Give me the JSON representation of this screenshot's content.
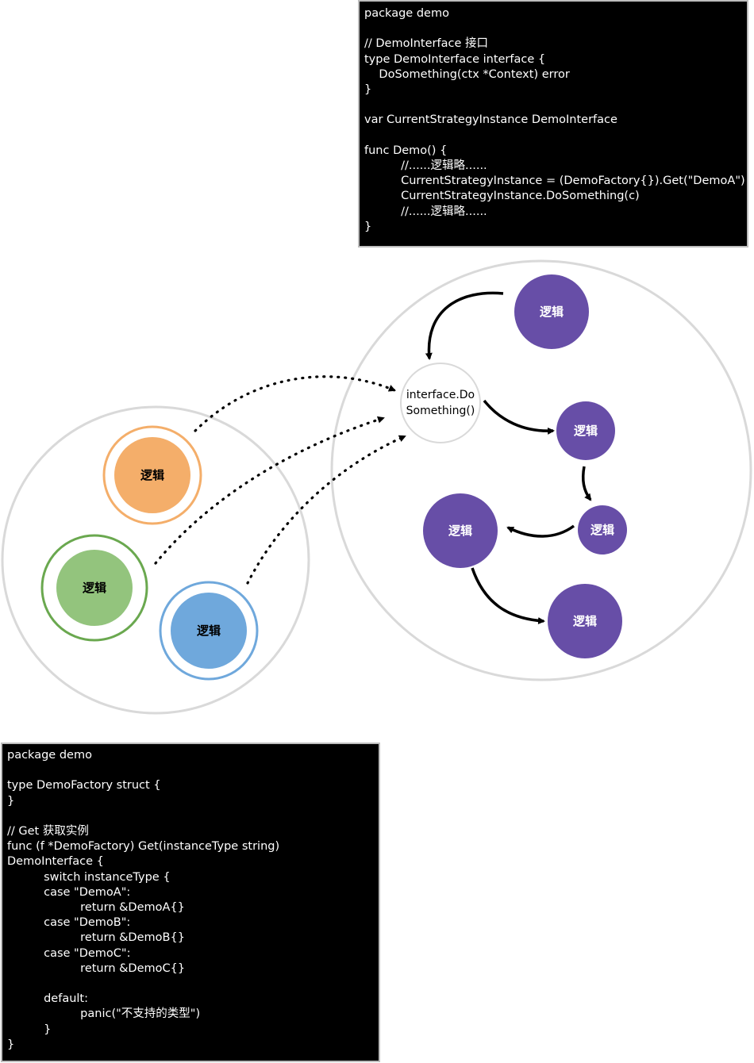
{
  "code_top": {
    "lines": [
      "package demo",
      "",
      "// DemoInterface 接口",
      "type DemoInterface interface {",
      "    DoSomething(ctx *Context) error",
      "}",
      "",
      "var CurrentStrategyInstance DemoInterface",
      "",
      "func Demo() {",
      "          //......逻辑略......",
      "          CurrentStrategyInstance = (DemoFactory{}).Get(\"DemoA\")",
      "          CurrentStrategyInstance.DoSomething(c)",
      "          //......逻辑略......",
      "}"
    ]
  },
  "code_bottom": {
    "lines": [
      "package demo",
      "",
      "type DemoFactory struct {",
      "}",
      "",
      "// Get 获取实例",
      "func (f *DemoFactory) Get(instanceType string)",
      "DemoInterface {",
      "          switch instanceType {",
      "          case \"DemoA\":",
      "                    return &DemoA{}",
      "          case \"DemoB\":",
      "                    return &DemoB{}",
      "          case \"DemoC\":",
      "                    return &DemoC{}",
      "",
      "          default:",
      "                    panic(\"不支持的类型\")",
      "          }",
      "}"
    ]
  },
  "diagram": {
    "interface_node": {
      "line1": "interface.Do",
      "line2": "Something()"
    },
    "strategy_nodes": [
      {
        "label": "逻辑",
        "color": "#F4AE6A",
        "ring": "#F4AE6A"
      },
      {
        "label": "逻辑",
        "color": "#93C47D",
        "ring": "#6AA84F"
      },
      {
        "label": "逻辑",
        "color": "#6FA8DC",
        "ring": "#6FA8DC"
      }
    ],
    "logic_nodes": [
      {
        "label": "逻辑"
      },
      {
        "label": "逻辑"
      },
      {
        "label": "逻辑"
      },
      {
        "label": "逻辑"
      },
      {
        "label": "逻辑"
      }
    ],
    "colors": {
      "logic": "#674EA7",
      "group_border": "#D9D9D9"
    }
  }
}
